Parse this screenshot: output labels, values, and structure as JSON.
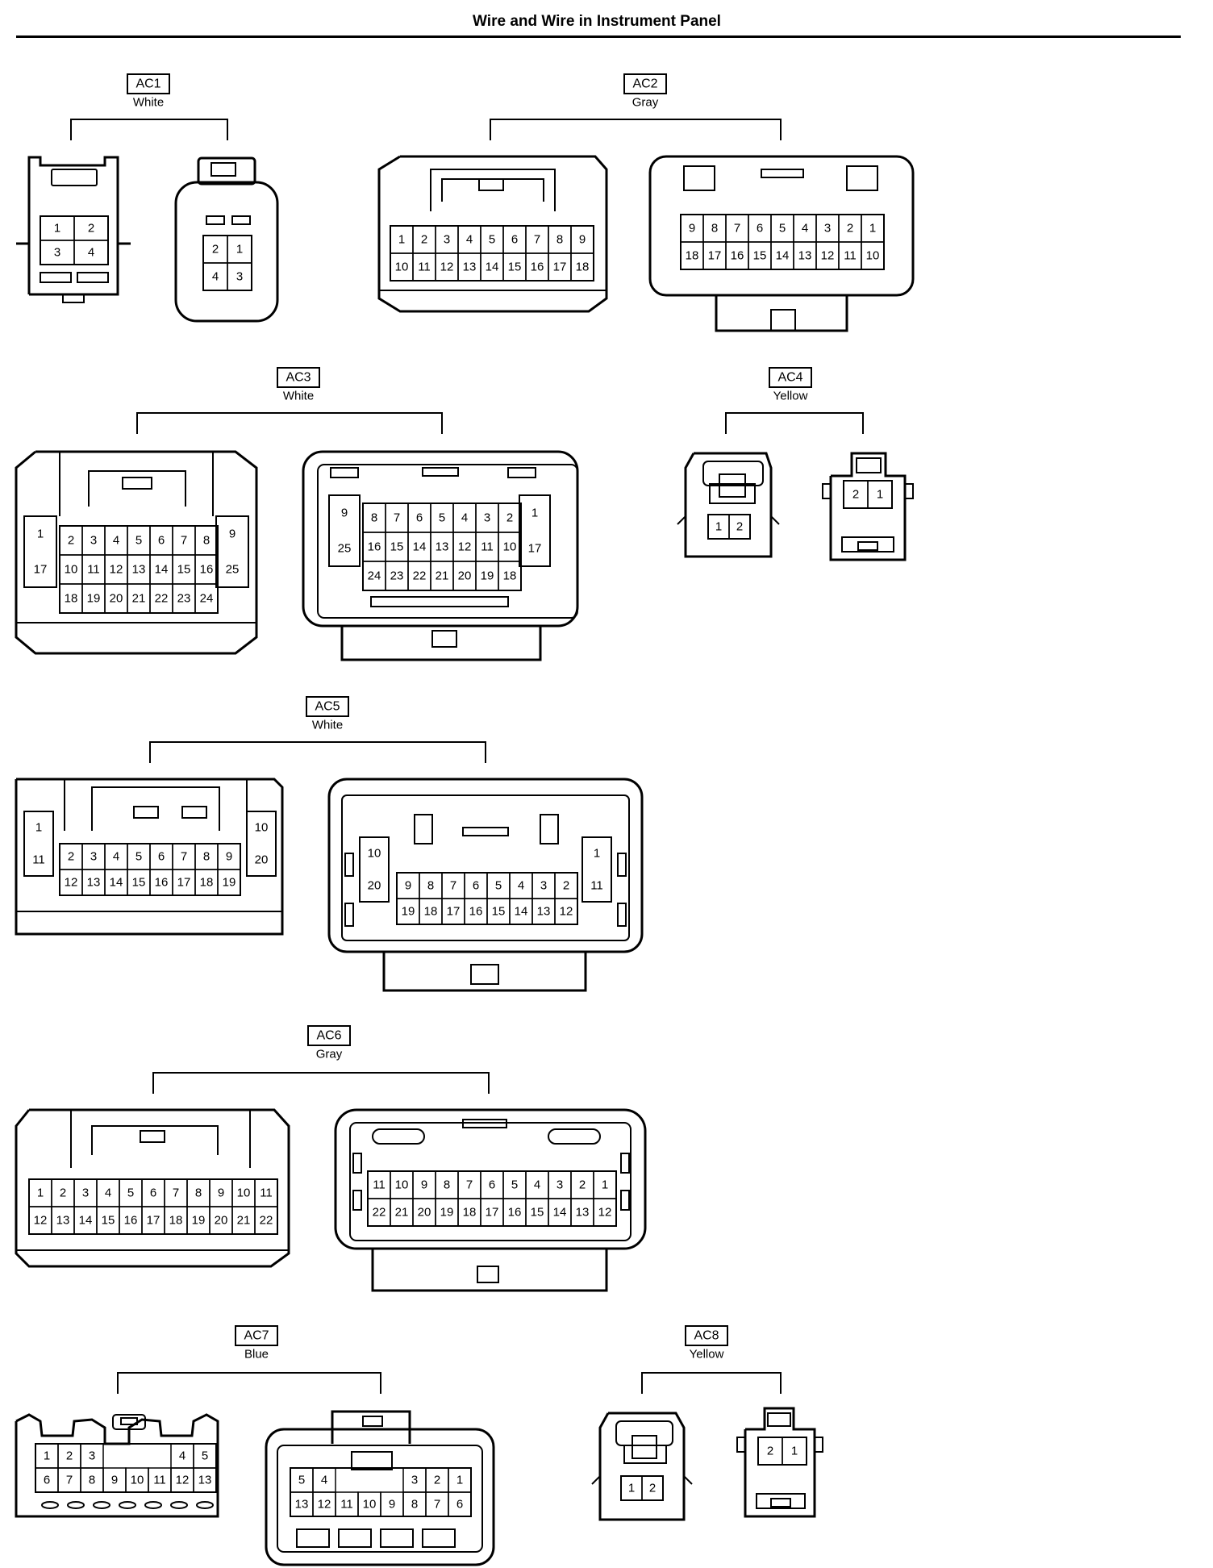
{
  "title": "Wire and Wire in Instrument Panel",
  "connectors": [
    {
      "id": "AC1",
      "color": "White"
    },
    {
      "id": "AC2",
      "color": "Gray"
    },
    {
      "id": "AC3",
      "color": "White"
    },
    {
      "id": "AC4",
      "color": "Yellow"
    },
    {
      "id": "AC5",
      "color": "White"
    },
    {
      "id": "AC6",
      "color": "Gray"
    },
    {
      "id": "AC7",
      "color": "Blue"
    },
    {
      "id": "AC8",
      "color": "Yellow"
    }
  ],
  "pins": {
    "AC1_left": [
      [
        "1",
        "2"
      ],
      [
        "3",
        "4"
      ]
    ],
    "AC1_right": [
      [
        "2",
        "1"
      ],
      [
        "4",
        "3"
      ]
    ],
    "AC2_left": [
      [
        "1",
        "2",
        "3",
        "4",
        "5",
        "6",
        "7",
        "8",
        "9"
      ],
      [
        "10",
        "11",
        "12",
        "13",
        "14",
        "15",
        "16",
        "17",
        "18"
      ]
    ],
    "AC2_right": [
      [
        "9",
        "8",
        "7",
        "6",
        "5",
        "4",
        "3",
        "2",
        "1"
      ],
      [
        "18",
        "17",
        "16",
        "15",
        "14",
        "13",
        "12",
        "11",
        "10"
      ]
    ],
    "AC3_left_main": [
      [
        "2",
        "3",
        "4",
        "5",
        "6",
        "7",
        "8"
      ],
      [
        "10",
        "11",
        "12",
        "13",
        "14",
        "15",
        "16"
      ],
      [
        "18",
        "19",
        "20",
        "21",
        "22",
        "23",
        "24"
      ]
    ],
    "AC3_left_side": {
      "left": [
        "1",
        "17"
      ],
      "right": [
        "9",
        "25"
      ]
    },
    "AC3_right_main": [
      [
        "8",
        "7",
        "6",
        "5",
        "4",
        "3",
        "2"
      ],
      [
        "16",
        "15",
        "14",
        "13",
        "12",
        "11",
        "10"
      ],
      [
        "24",
        "23",
        "22",
        "21",
        "20",
        "19",
        "18"
      ]
    ],
    "AC3_right_side": {
      "left": [
        "9",
        "25"
      ],
      "right": [
        "1",
        "17"
      ]
    },
    "AC4_left": [
      [
        "1",
        "2"
      ]
    ],
    "AC4_right": [
      [
        "2",
        "1"
      ]
    ],
    "AC5_left_main": [
      [
        "2",
        "3",
        "4",
        "5",
        "6",
        "7",
        "8",
        "9"
      ],
      [
        "12",
        "13",
        "14",
        "15",
        "16",
        "17",
        "18",
        "19"
      ]
    ],
    "AC5_left_side": {
      "left": [
        "1",
        "11"
      ],
      "right": [
        "10",
        "20"
      ]
    },
    "AC5_right_main": [
      [
        "9",
        "8",
        "7",
        "6",
        "5",
        "4",
        "3",
        "2"
      ],
      [
        "19",
        "18",
        "17",
        "16",
        "15",
        "14",
        "13",
        "12"
      ]
    ],
    "AC5_right_side": {
      "left": [
        "10",
        "20"
      ],
      "right": [
        "1",
        "11"
      ]
    },
    "AC6_left": [
      [
        "1",
        "2",
        "3",
        "4",
        "5",
        "6",
        "7",
        "8",
        "9",
        "10",
        "11"
      ],
      [
        "12",
        "13",
        "14",
        "15",
        "16",
        "17",
        "18",
        "19",
        "20",
        "21",
        "22"
      ]
    ],
    "AC6_right": [
      [
        "11",
        "10",
        "9",
        "8",
        "7",
        "6",
        "5",
        "4",
        "3",
        "2",
        "1"
      ],
      [
        "22",
        "21",
        "20",
        "19",
        "18",
        "17",
        "16",
        "15",
        "14",
        "13",
        "12"
      ]
    ],
    "AC7_left": [
      [
        "1",
        "2",
        "3",
        "",
        "",
        "",
        "4",
        "5"
      ],
      [
        "6",
        "7",
        "8",
        "9",
        "10",
        "11",
        "12",
        "13"
      ]
    ],
    "AC7_right": [
      [
        "5",
        "4",
        "",
        "",
        "",
        "3",
        "2",
        "1"
      ],
      [
        "13",
        "12",
        "11",
        "10",
        "9",
        "8",
        "7",
        "6"
      ]
    ],
    "AC8_left": [
      [
        "1",
        "2"
      ]
    ],
    "AC8_right": [
      [
        "2",
        "1"
      ]
    ]
  }
}
